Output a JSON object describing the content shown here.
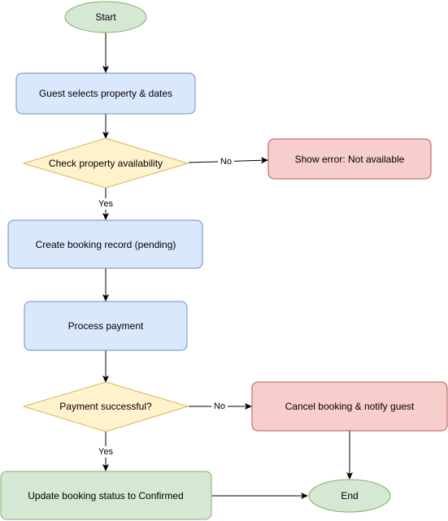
{
  "diagram": {
    "colors": {
      "terminal_fill": "#d5e8d4",
      "terminal_stroke": "#82b366",
      "process_fill": "#dae8fc",
      "process_stroke": "#6c8ebf",
      "decision_fill": "#fff2cc",
      "decision_stroke": "#d6b656",
      "error_fill": "#f8cecc",
      "error_stroke": "#b85450",
      "success_fill": "#d5e8d4",
      "success_stroke": "#82b366",
      "edge_color": "#000000"
    },
    "nodes": {
      "start": "Start",
      "select_property": "Guest selects property & dates",
      "check_availability": "Check property availability",
      "show_error": "Show error: Not available",
      "create_booking": "Create booking record (pending)",
      "process_payment": "Process payment",
      "payment_successful": "Payment successful?",
      "cancel_booking": "Cancel booking & notify guest",
      "update_status": "Update booking status to Confirmed",
      "end": "End"
    },
    "edge_labels": {
      "availability_no": "No",
      "availability_yes": "Yes",
      "payment_no": "No",
      "payment_yes": "Yes"
    }
  }
}
